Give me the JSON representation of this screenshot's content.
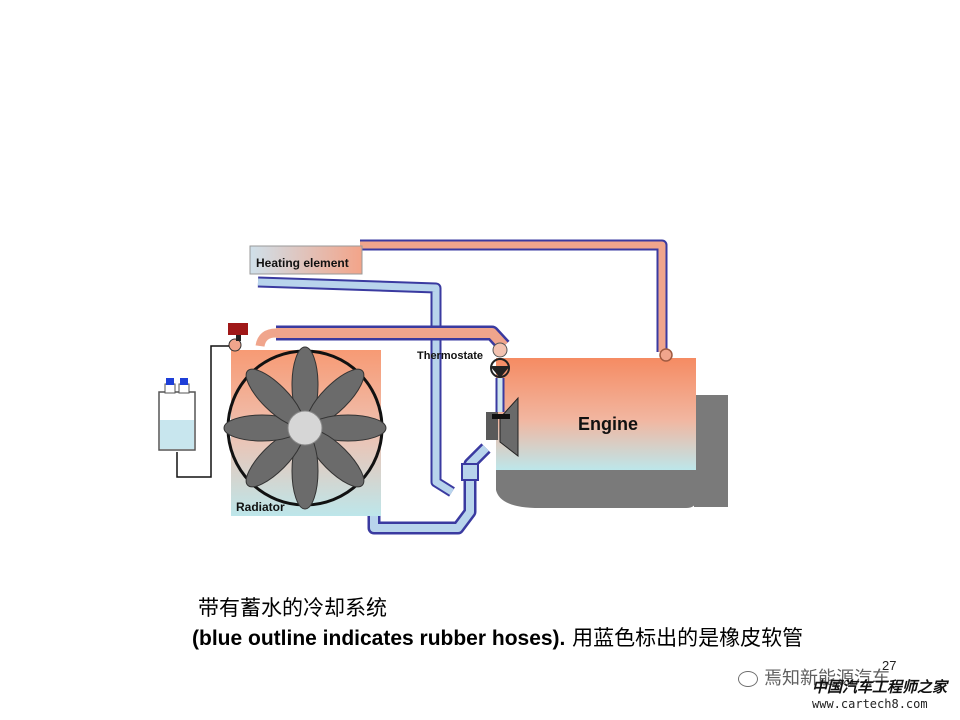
{
  "diagram": {
    "labels": {
      "heating_element": "Heating element",
      "thermostate": "Thermostate",
      "engine": "Engine",
      "radiator": "Radiator"
    },
    "colors": {
      "hot_hose_fill": "#f0a58c",
      "cold_hose_fill": "#b8d4ec",
      "hose_outline": "#3a3aa0",
      "engine_top": "#f5916a",
      "engine_bottom": "#bfe3ea",
      "engine_block": "#7a7a7a",
      "fan_blade": "#6b6b6b",
      "reservoir_cap": "#1e3fd8",
      "radiator_cap": "#a01818"
    }
  },
  "caption": {
    "line1": "带有蓄水的冷却系统",
    "line2_en": "(blue outline indicates rubber hoses).",
    "line2_cn": " 用蓝色标出的是橡皮软管"
  },
  "page_number": "27",
  "watermark": {
    "source": "焉知新能源汽车",
    "brand": "中国汽车工程师之家",
    "url": "www.cartech8.com"
  }
}
